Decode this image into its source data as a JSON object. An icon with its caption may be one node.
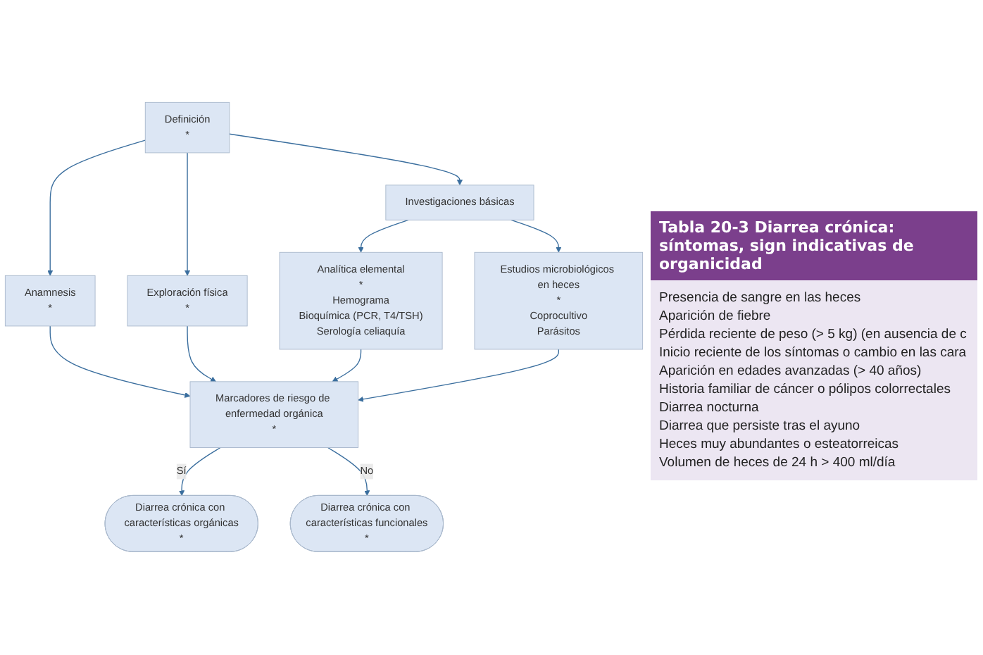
{
  "diagram": {
    "nodes": [
      {
        "text": [
          "Definición",
          "*"
        ]
      },
      {
        "text": [
          "Anamnesis",
          "*"
        ]
      },
      {
        "text": [
          "Exploración física",
          "*"
        ]
      },
      {
        "text": [
          "Investigaciones básicas"
        ]
      },
      {
        "text": [
          "Analítica elemental",
          "*",
          "Hemograma",
          "Bioquímica (PCR, T4/TSH)",
          "Serología celiaquía"
        ]
      },
      {
        "text": [
          "Estudios microbiológicos en heces",
          "*",
          "Coprocultivo",
          "Parásitos"
        ]
      },
      {
        "text": [
          "Marcadores de riesgo de enfermedad orgánica",
          "*"
        ]
      },
      {
        "text": [
          "Diarrea crónica con características orgánicas",
          "*"
        ]
      },
      {
        "text": [
          "Diarrea crónica con características funcionales",
          "*"
        ]
      }
    ],
    "edges": [
      {
        "from": 0,
        "to": 1,
        "arrow": "to"
      },
      {
        "from": 0,
        "to": 2,
        "arrow": "to"
      },
      {
        "from": 0,
        "to": 3,
        "arrow": "to"
      },
      {
        "from": 3,
        "to": 4,
        "arrow": "to"
      },
      {
        "from": 3,
        "to": 5,
        "arrow": "to"
      },
      {
        "from": 1,
        "to": 6,
        "arrow": "to"
      },
      {
        "from": 2,
        "to": 6,
        "arrow": "to"
      },
      {
        "from": 4,
        "to": 6,
        "arrow": "to"
      },
      {
        "from": 5,
        "to": 6,
        "arrow": "to"
      },
      {
        "from": 6,
        "to": 7,
        "label": "Sí",
        "arrow": "to"
      },
      {
        "from": 6,
        "to": 8,
        "label": "No",
        "arrow": "to"
      }
    ],
    "labels": [
      "Tabla 20-3 Diarrea crónica: síntomas, sign indicativas de organicidad",
      "Presencia de sangre en las heces",
      "Aparición de fiebre",
      "Pérdida reciente de peso (> 5 kg) (en ausencia de c",
      "Inicio reciente de los síntomas o cambio en las cara",
      "Aparición en edades avanzadas (> 40 años)",
      "Historia familiar de cáncer o pólipos colorrectales",
      "Diarrea nocturna",
      "Diarrea que persiste tras el ayuno",
      "Heces muy abundantes o esteatorreicas",
      "Volumen de heces de 24 h > 400 ml/día"
    ]
  }
}
